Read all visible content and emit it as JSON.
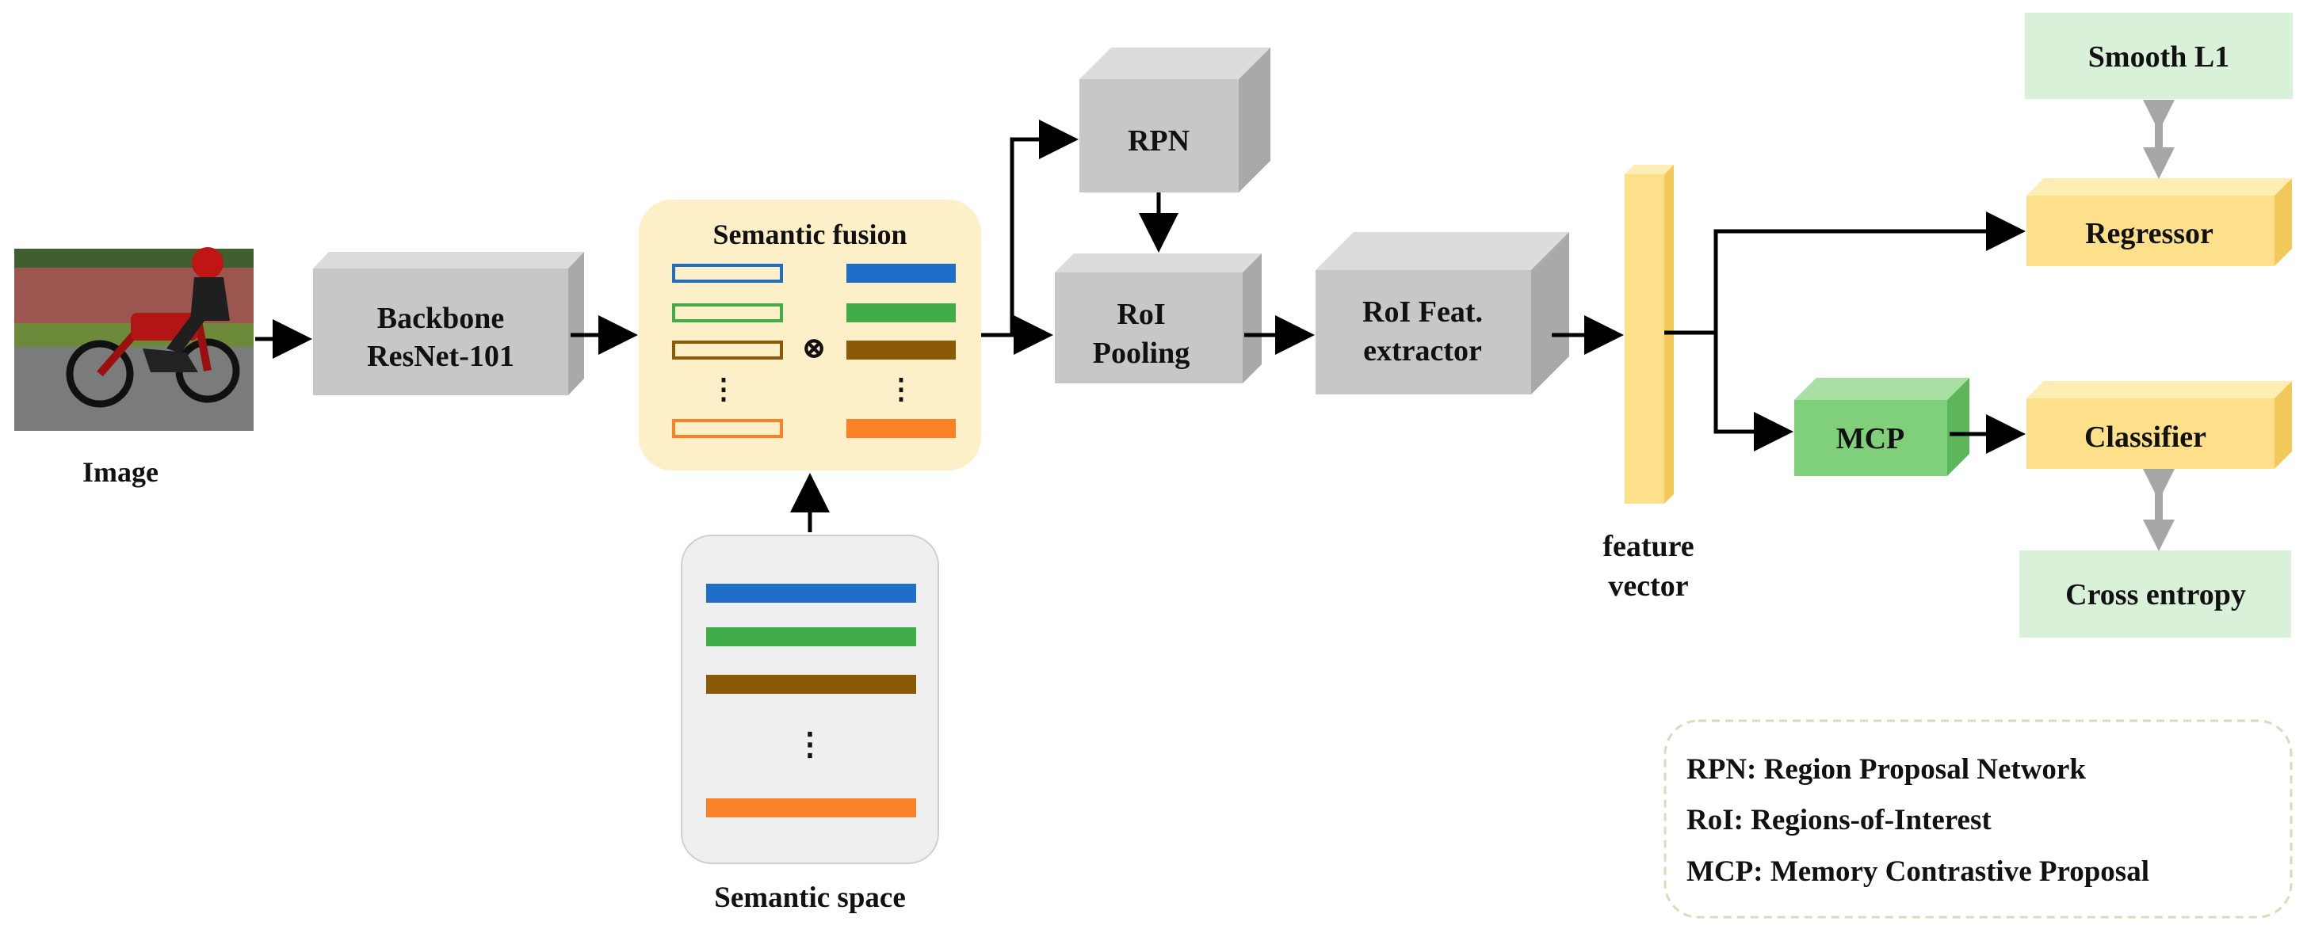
{
  "colors": {
    "box_front": "#c7c7c7",
    "box_top": "#dcdcdc",
    "box_side": "#a9a9a9",
    "yellow_front": "#ffe08a",
    "yellow_top": "#ffeeb3",
    "yellow_side": "#f2c95a",
    "green_front": "#7fcf7b",
    "green_top": "#a8e0a4",
    "green_side": "#5db659",
    "loss_bg": "#d9f0d9",
    "fusion_bg": "#fdf0c8",
    "space_bg": "#efefef",
    "legend_border": "#d7ddb8",
    "arrow": "#000000",
    "gray_arrow": "#a6a6a6",
    "bar_blue": "#1f6fc8",
    "bar_green": "#41ad48",
    "bar_brown": "#8a5a06",
    "bar_orange": "#fb8126"
  },
  "input": {
    "image_label": "Image",
    "image_alt": "motorcycle-rider-photo"
  },
  "backbone": {
    "line1": "Backbone",
    "line2": "ResNet-101"
  },
  "semantic_fusion": {
    "title": "Semantic fusion",
    "operator": "⊗",
    "dots": "⋮"
  },
  "semantic_space": {
    "label": "Semantic space",
    "dots": "⋮"
  },
  "rpn": {
    "label": "RPN"
  },
  "roi_pooling": {
    "line1": "RoI",
    "line2": "Pooling"
  },
  "roi_feat": {
    "line1": "RoI Feat.",
    "line2": "extractor"
  },
  "feature_vector": {
    "line1": "feature",
    "line2": "vector"
  },
  "mcp": {
    "label": "MCP"
  },
  "regressor": {
    "label": "Regressor"
  },
  "classifier": {
    "label": "Classifier"
  },
  "smooth_l1": {
    "label": "Smooth L1"
  },
  "cross_entropy": {
    "label": "Cross entropy"
  },
  "legend": {
    "line1": "RPN: Region Proposal Network",
    "line2": "RoI: Regions-of-Interest",
    "line3": "MCP: Memory Contrastive Proposal"
  }
}
